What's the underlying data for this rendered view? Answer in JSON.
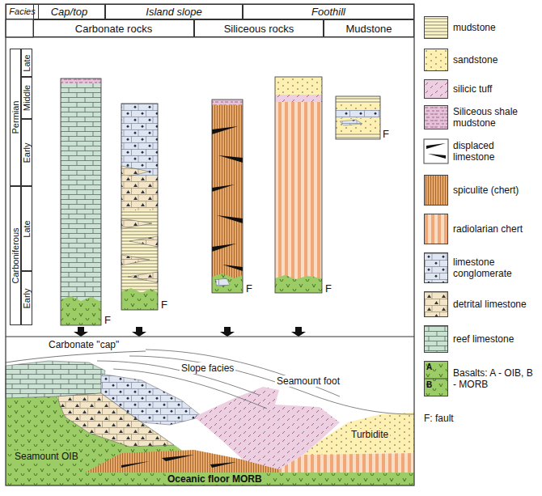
{
  "diagram": {
    "nodes": [
      {
        "text": [
          "Facies"
        ]
      },
      {
        "text": [
          "Cap/top"
        ]
      },
      {
        "text": [
          "Island slope"
        ]
      },
      {
        "text": [
          "Foothill"
        ]
      },
      {
        "text": [
          "Carbonate rocks"
        ]
      },
      {
        "text": [
          "Siliceous rocks"
        ]
      },
      {
        "text": [
          "Mudstone"
        ]
      },
      {
        "text": [
          "Permian"
        ]
      },
      {
        "text": [
          "Late"
        ]
      },
      {
        "text": [
          "Middle"
        ]
      },
      {
        "text": [
          "Early"
        ]
      },
      {
        "text": [
          "Carboniferous"
        ]
      },
      {
        "text": [
          "Late"
        ]
      },
      {
        "text": [
          "Early"
        ]
      }
    ],
    "labels": [
      "F",
      "F",
      "F",
      "F",
      "F",
      "Carbonate \"cap\"",
      "Slope facies",
      "Seamount foot",
      "Turbidite",
      "Seamount OIB",
      "Oceanic floor MORB",
      "A",
      "B"
    ],
    "legend": [
      {
        "text": "mudstone",
        "color": "#fff6c8"
      },
      {
        "text": "sandstone",
        "color": "#fdf0b0"
      },
      {
        "text": "silicic tuff",
        "color": "#ecd0e2"
      },
      {
        "text": "Siliceous shale mudstone",
        "color": "#e6c2d8"
      },
      {
        "text": "displaced limestone"
      },
      {
        "text": "spiculite (chert)",
        "color": "#e8a868"
      },
      {
        "text": "radiolarian chert",
        "color": "#f8dcc4"
      },
      {
        "text": "limestone conglomerate",
        "color": "#dfe6f2"
      },
      {
        "text": "detrital limestone",
        "color": "#f3e6c8"
      },
      {
        "text": "reef limestone",
        "color": "#c9e2d2"
      },
      {
        "text": "Basalts: A - OIB, B - MORB",
        "color": "#9ccc65"
      },
      {
        "text": "F: fault"
      }
    ]
  }
}
